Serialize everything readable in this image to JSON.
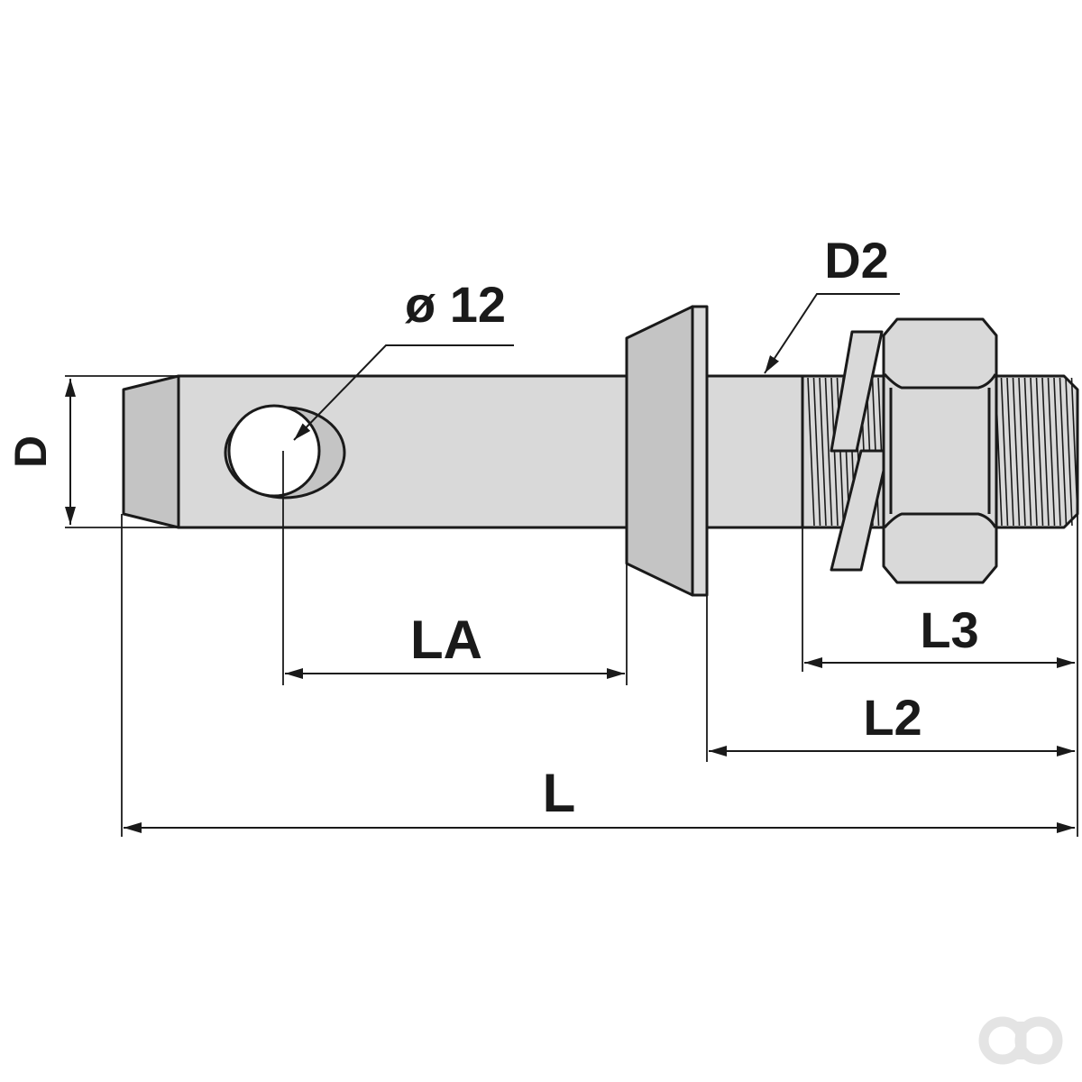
{
  "diagram": {
    "labels": {
      "d": "D",
      "hole_diameter": "ø 12",
      "d2": "D2",
      "la": "LA",
      "l3": "L3",
      "l2": "L2",
      "l": "L"
    },
    "colors": {
      "metal_fill": "#d9d9d9",
      "metal_shade": "#c4c4c4",
      "outline": "#1a1a1a",
      "hole_fill": "#ffffff",
      "logo": "#e4e4e4"
    },
    "logo_icon": "brand-logo-icon"
  }
}
